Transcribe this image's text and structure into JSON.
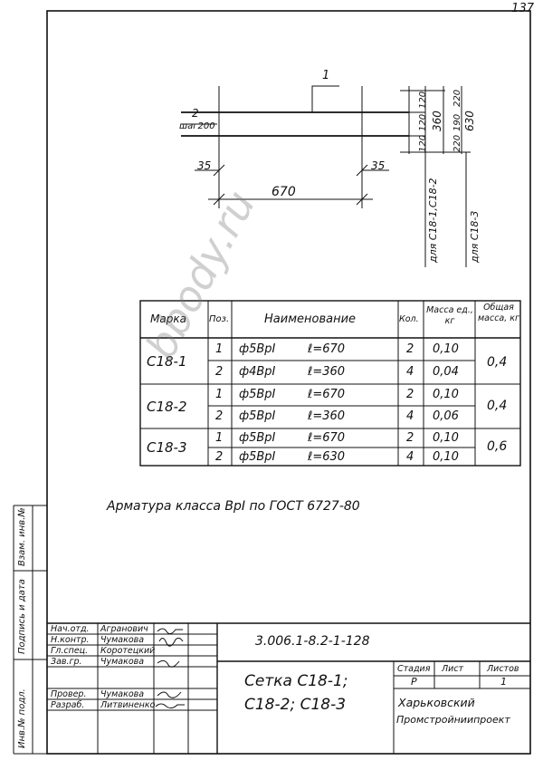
{
  "page": {
    "number": "137"
  },
  "drawing": {
    "pos1_label": "1",
    "pos2_label": "2",
    "pos2_step": "шаг200",
    "left_overhang": "35",
    "right_overhang": "35",
    "total_length": "670",
    "dims_c18_1_2": [
      "120",
      "120",
      "120"
    ],
    "dims_c18_1_2_total": "360",
    "dims_c18_3": [
      "220",
      "190",
      "220"
    ],
    "dims_c18_3_total": "630",
    "note_c18_1_2": "для С18-1,С18-2",
    "note_c18_3": "для С18-3"
  },
  "spec_table": {
    "headers": {
      "mark": "Марка",
      "pos": "Поз.",
      "name": "Наименование",
      "qty": "Кол.",
      "unit_mass": "Масса ед., кг",
      "total_mass": "Общая масса, кг"
    },
    "rows": [
      {
        "mark": "С18-1",
        "pos": "1",
        "dia": "ф5ВрI",
        "len": "ℓ=670",
        "qty": "2",
        "mass": "0,10",
        "total": "0,4"
      },
      {
        "mark": "",
        "pos": "2",
        "dia": "ф4ВрI",
        "len": "ℓ=360",
        "qty": "4",
        "mass": "0,04",
        "total": ""
      },
      {
        "mark": "С18-2",
        "pos": "1",
        "dia": "ф5ВрI",
        "len": "ℓ=670",
        "qty": "2",
        "mass": "0,10",
        "total": "0,4"
      },
      {
        "mark": "",
        "pos": "2",
        "dia": "ф5ВрI",
        "len": "ℓ=360",
        "qty": "4",
        "mass": "0,06",
        "total": ""
      },
      {
        "mark": "С18-3",
        "pos": "1",
        "dia": "ф5ВрI",
        "len": "ℓ=670",
        "qty": "2",
        "mass": "0,10",
        "total": "0,6"
      },
      {
        "mark": "",
        "pos": "2",
        "dia": "ф5ВрI",
        "len": "ℓ=630",
        "qty": "4",
        "mass": "0,10",
        "total": ""
      }
    ]
  },
  "note": "Арматура класса ВрI по ГОСТ 6727-80",
  "watermark": "bbody.ru",
  "side_labels": {
    "inv_orig": "Инв.№ подл.",
    "sign_date": "Подпись и дата",
    "inv_repl": "Взам. инв.№"
  },
  "title_block": {
    "roles": [
      {
        "role": "Нач.отд.",
        "name": "Агранович"
      },
      {
        "role": "Н.контр.",
        "name": "Чумакова"
      },
      {
        "role": "Гл.спец.",
        "name": "Коротецкий"
      },
      {
        "role": "Зав.гр.",
        "name": "Чумакова"
      },
      {
        "role": "",
        "name": ""
      },
      {
        "role": "Провер.",
        "name": "Чумакова"
      },
      {
        "role": "Разраб.",
        "name": "Литвиненко"
      }
    ],
    "code": "3.006.1-8.2-1-128",
    "title_line1": "Сетка С18-1;",
    "title_line2": "С18-2; С18-3",
    "stage_label": "Стадия",
    "sheet_label": "Лист",
    "sheets_label": "Листов",
    "stage_value": "Р",
    "sheets_value": "1",
    "org_line1": "Харьковский",
    "org_line2": "Промстройниипроект"
  }
}
